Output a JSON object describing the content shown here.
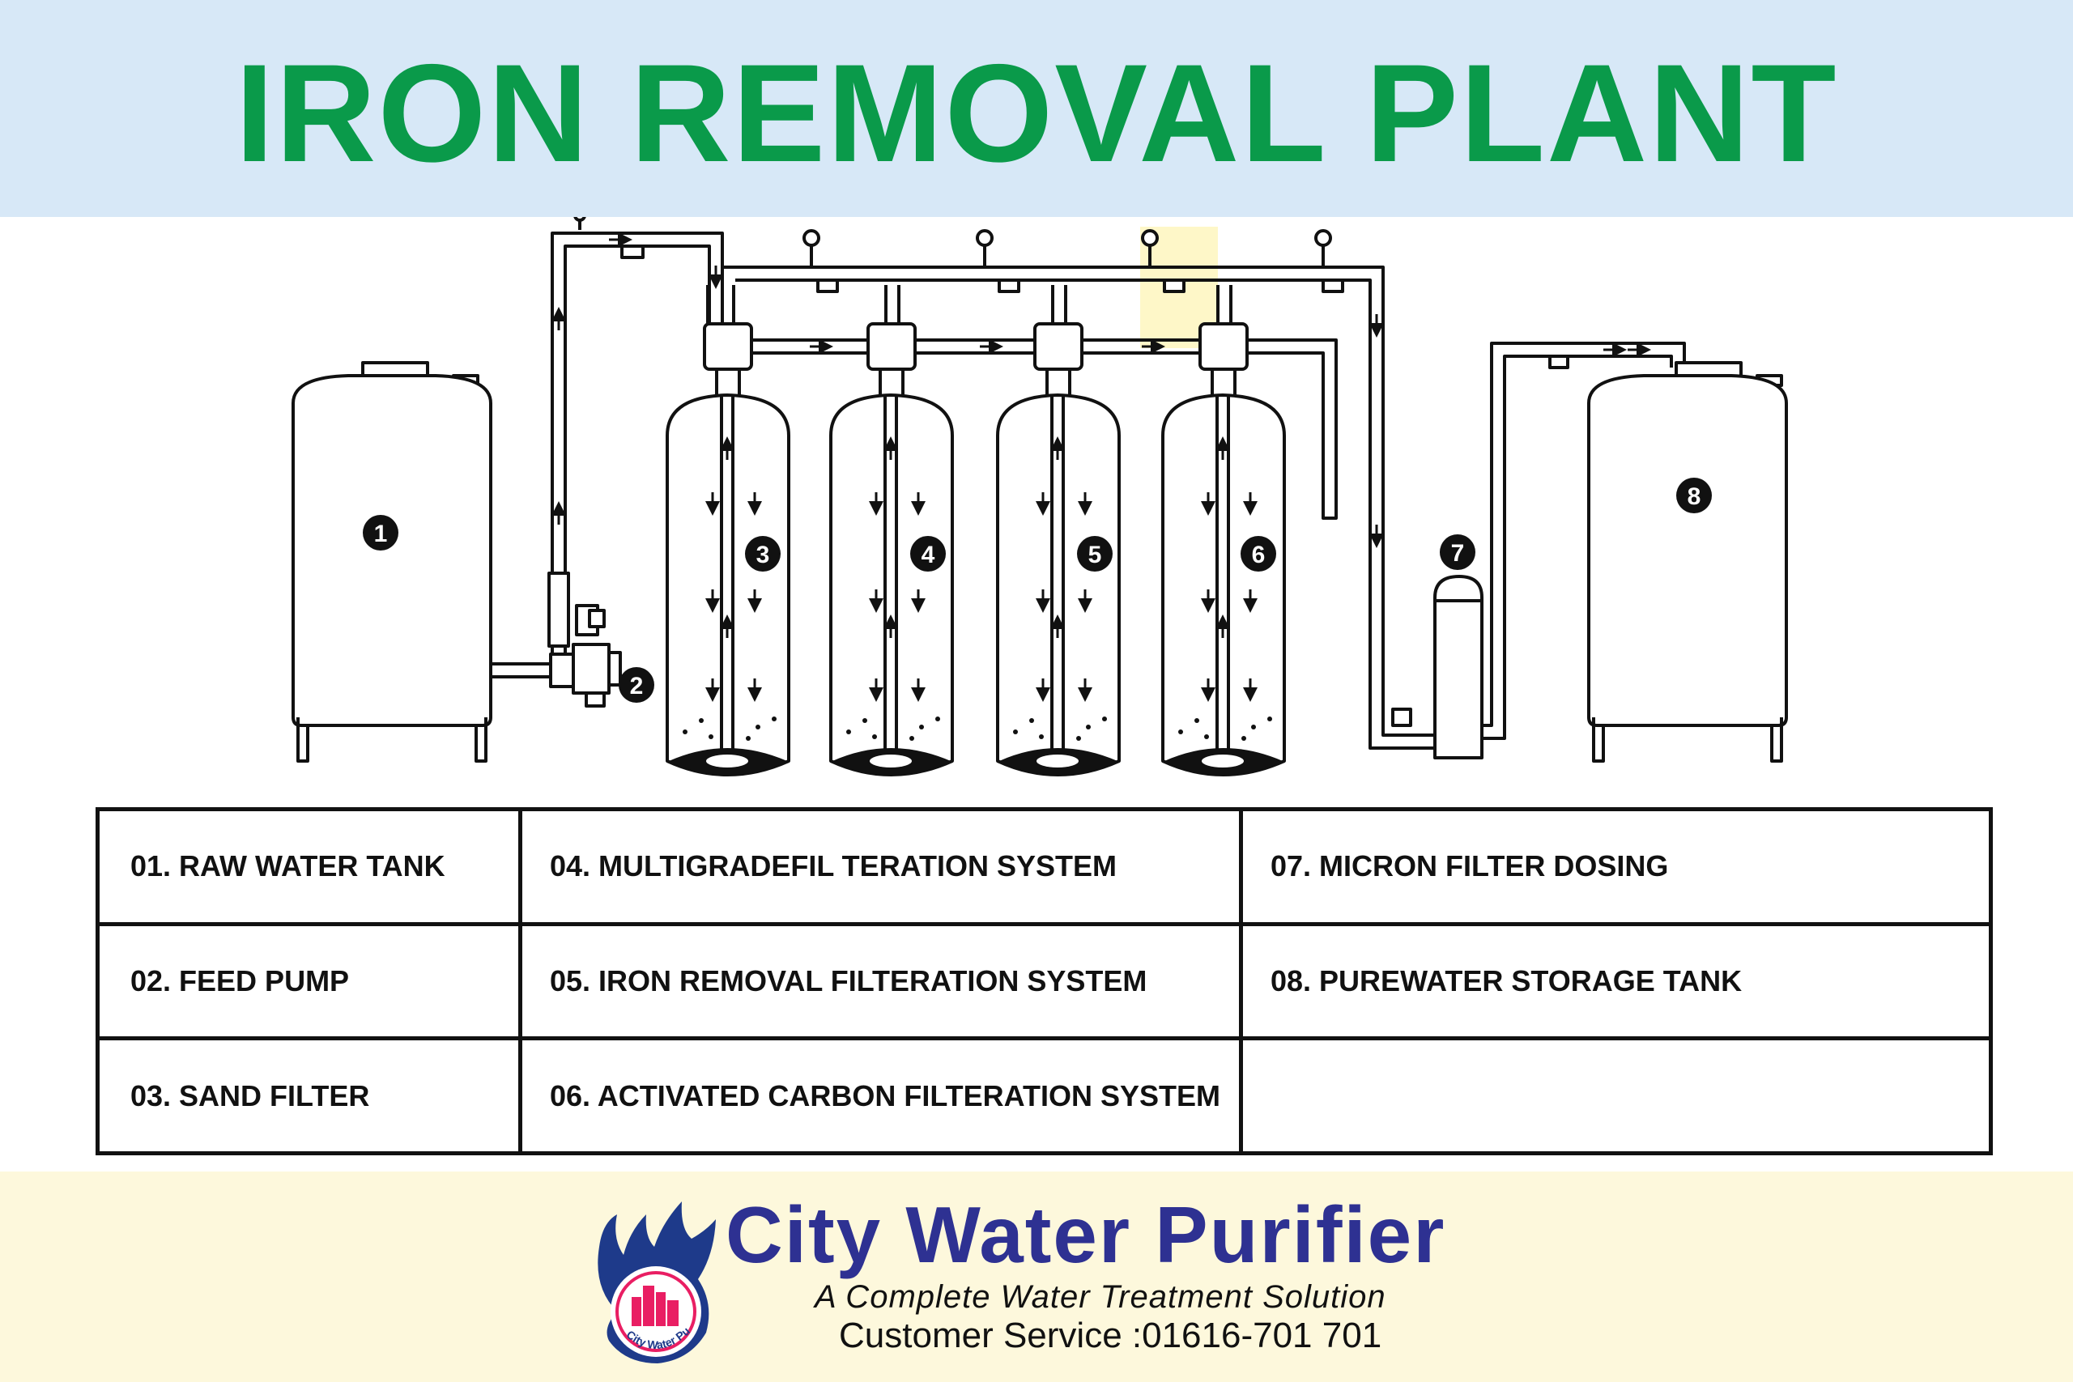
{
  "title": "IRON REMOVAL PLANT",
  "colors": {
    "title": "#0a9a4a",
    "header_bg": "#d7e8f7",
    "footer_bg": "#fdf8dc",
    "brand": "#2e3192",
    "logo_blue": "#1e3a8a",
    "logo_pink": "#e91e63",
    "highlight": "#fdf3b0"
  },
  "diagram": {
    "markers": [
      "1",
      "2",
      "3",
      "4",
      "5",
      "6",
      "7",
      "8"
    ]
  },
  "legend": {
    "rows": [
      [
        "01. RAW WATER TANK",
        "04. MULTIGRADEFIL TERATION SYSTEM",
        "07. MICRON FILTER DOSING"
      ],
      [
        "02. FEED PUMP",
        "05. IRON REMOVAL FILTERATION SYSTEM",
        "08. PUREWATER STORAGE TANK"
      ],
      [
        "03. SAND FILTER",
        "06. ACTIVATED CARBON FILTERATION SYSTEM",
        ""
      ]
    ]
  },
  "footer": {
    "brand": "City Water Purifier",
    "tagline": "A Complete Water Treatment Solution",
    "service_label": "Customer Service :",
    "service_number": "01616-701 701",
    "logo_text": "City Water Purifier",
    "logo_icon": "hand-water-drop-city-icon"
  }
}
